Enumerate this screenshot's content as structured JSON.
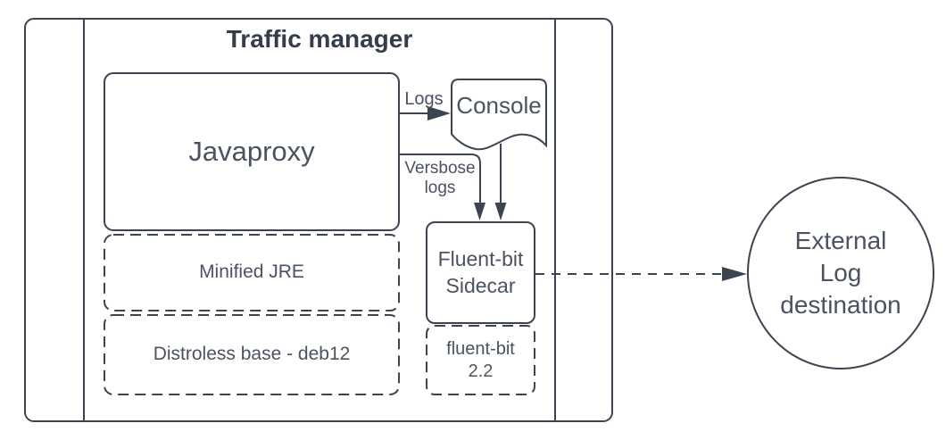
{
  "colors": {
    "stroke": "#3d4451",
    "text": "#4b5361",
    "title_text": "#353d4a",
    "background": "#ffffff"
  },
  "container": {
    "title": "Traffic manager"
  },
  "nodes": {
    "javaproxy": "Javaproxy",
    "minified_jre": "Minified JRE",
    "distroless_base": "Distroless base - deb12",
    "console": "Console",
    "fluentbit_sidecar": "Fluent-bit Sidecar",
    "fluentbit_version": "fluent-bit 2.2",
    "external_destination": "External Log destination"
  },
  "edges": {
    "logs_label": "Logs",
    "verbose_label": "Versbose logs"
  }
}
